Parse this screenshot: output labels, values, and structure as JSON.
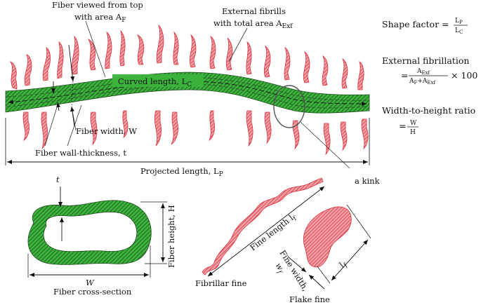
{
  "labels": {
    "fiber_top_1": "Fiber viewed from top",
    "fiber_top_2": "with area A",
    "fiber_top_sub": "F",
    "ext_fib_1": "External fibrills",
    "ext_fib_2": "with total area A",
    "ext_fib_sub": "Exf",
    "curved_length": "Curved length, L",
    "curved_length_sub": "C",
    "fiber_width": "Fiber width, W",
    "wall_thickness": "Fiber wall-thickness, t",
    "projected_length": "Projected length, L",
    "projected_length_sub": "P",
    "kink": "a kink",
    "t_label": "t",
    "fiber_height": "Fiber height, H",
    "W_label": "W",
    "cross_section": "Fiber cross-section",
    "fine_length": "Fine length l",
    "fine_length_sub": "f",
    "fibrillar_fine": "Fibrillar fine",
    "fine_width_1": "Fine width,",
    "fine_width_2": "w",
    "fine_width_sub": "f",
    "lf_label": "l",
    "lf_sub": "f",
    "flake_fine": "Flake fine"
  },
  "equations": {
    "shape_factor_label": "Shape factor =",
    "shape_factor_num": "L",
    "shape_factor_num_sub": "P",
    "shape_factor_den": "L",
    "shape_factor_den_sub": "C",
    "ext_fibrillation_label": "External fibrillation",
    "ext_fib_num": "A",
    "ext_fib_num_sub": "Exf",
    "ext_fib_den": "A",
    "ext_fib_den_sub1": "F",
    "ext_fib_den_mid": "+A",
    "ext_fib_den_sub2": "Exf",
    "ext_fib_times": "× 100",
    "eq_sign": "=",
    "wh_label": "Width-to-height ratio",
    "wh_num": "W",
    "wh_den": "H"
  },
  "colors": {
    "fiber_fill": "#3cb43c",
    "fibril_fill": "#e8404a",
    "hatch": "#1a3a1a",
    "line": "#222222"
  }
}
